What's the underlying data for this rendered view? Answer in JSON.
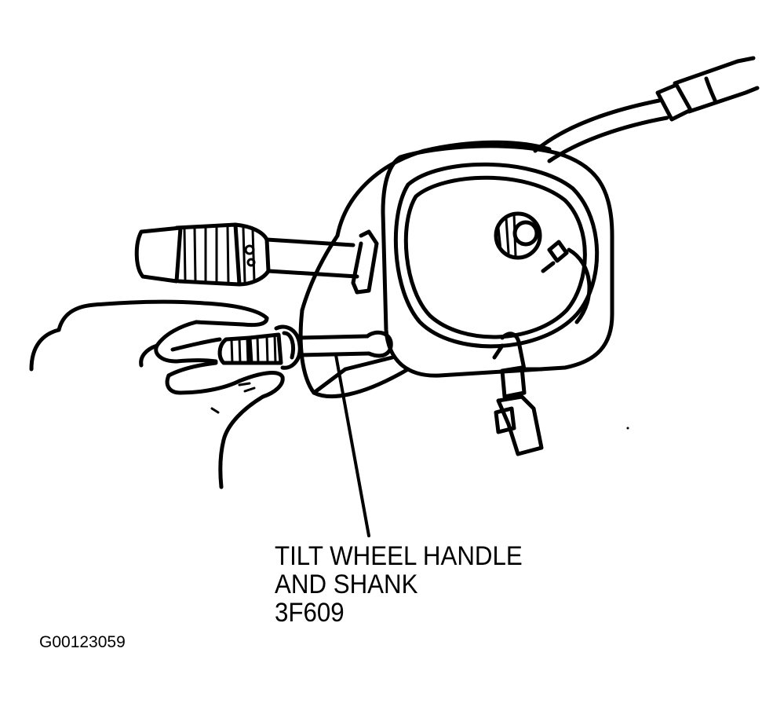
{
  "callout": {
    "line1": "TILT WHEEL HANDLE",
    "line2": "AND SHANK",
    "line3": "3F609"
  },
  "figure_id": "G00123059",
  "colors": {
    "ink": "#000000",
    "paper": "#ffffff"
  }
}
